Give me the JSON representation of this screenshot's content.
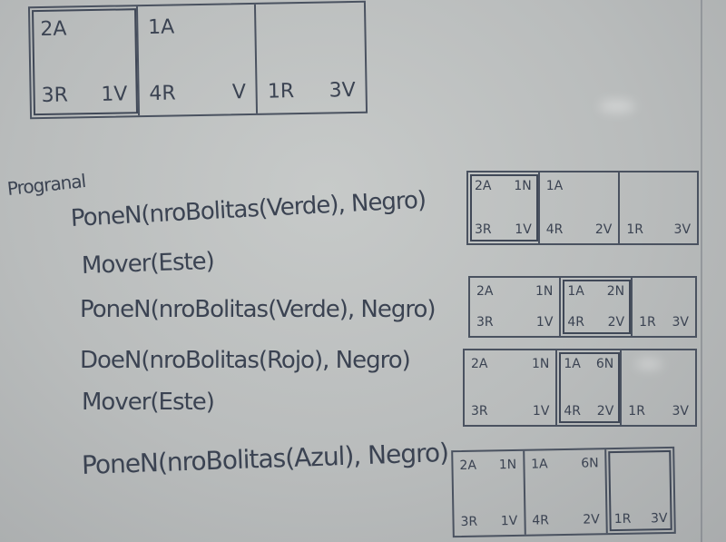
{
  "heading": "Progranal",
  "program_lines": [
    "PoneN(nroBolitas(Verde), Negro)",
    "Mover(Este)",
    "PoneN(nroBolitas(Verde), Negro)",
    "DoeN(nroBolitas(Rojo), Negro)",
    "Mover(Este)",
    "PoneN(nroBolitas(Azul), Negro)"
  ],
  "boards": [
    {
      "cells": [
        {
          "top_left": "2A",
          "top_right": "",
          "bottom_left": "3R",
          "bottom_right": "1V",
          "selected": true
        },
        {
          "top_left": "1A",
          "top_right": "",
          "bottom_left": "4R",
          "bottom_right": "V",
          "selected": false
        },
        {
          "top_left": "",
          "top_right": "",
          "bottom_left": "1R",
          "bottom_right": "3V",
          "selected": false
        }
      ]
    },
    {
      "cells": [
        {
          "top_left": "2A",
          "top_right": "1N",
          "bottom_left": "3R",
          "bottom_right": "1V",
          "selected": true
        },
        {
          "top_left": "1A",
          "top_right": "",
          "bottom_left": "4R",
          "bottom_right": "2V",
          "selected": false
        },
        {
          "top_left": "",
          "top_right": "",
          "bottom_left": "1R",
          "bottom_right": "3V",
          "selected": false
        }
      ]
    },
    {
      "cells": [
        {
          "top_left": "2A",
          "top_right": "1N",
          "bottom_left": "3R",
          "bottom_right": "1V",
          "selected": false
        },
        {
          "top_left": "1A",
          "top_right": "2N",
          "bottom_left": "4R",
          "bottom_right": "2V",
          "selected": true
        },
        {
          "top_left": "",
          "top_right": "",
          "bottom_left": "1R",
          "bottom_right": "3V",
          "selected": false
        }
      ]
    },
    {
      "cells": [
        {
          "top_left": "2A",
          "top_right": "1N",
          "bottom_left": "3R",
          "bottom_right": "1V",
          "selected": false
        },
        {
          "top_left": "1A",
          "top_right": "6N",
          "bottom_left": "4R",
          "bottom_right": "2V",
          "selected": true
        },
        {
          "top_left": "",
          "top_right": "",
          "bottom_left": "1R",
          "bottom_right": "3V",
          "selected": false
        }
      ]
    },
    {
      "cells": [
        {
          "top_left": "2A",
          "top_right": "1N",
          "bottom_left": "3R",
          "bottom_right": "1V",
          "selected": false
        },
        {
          "top_left": "1A",
          "top_right": "6N",
          "bottom_left": "4R",
          "bottom_right": "2V",
          "selected": false
        },
        {
          "top_left": "",
          "top_right": "",
          "bottom_left": "1R",
          "bottom_right": "3V",
          "selected": true
        }
      ]
    }
  ]
}
